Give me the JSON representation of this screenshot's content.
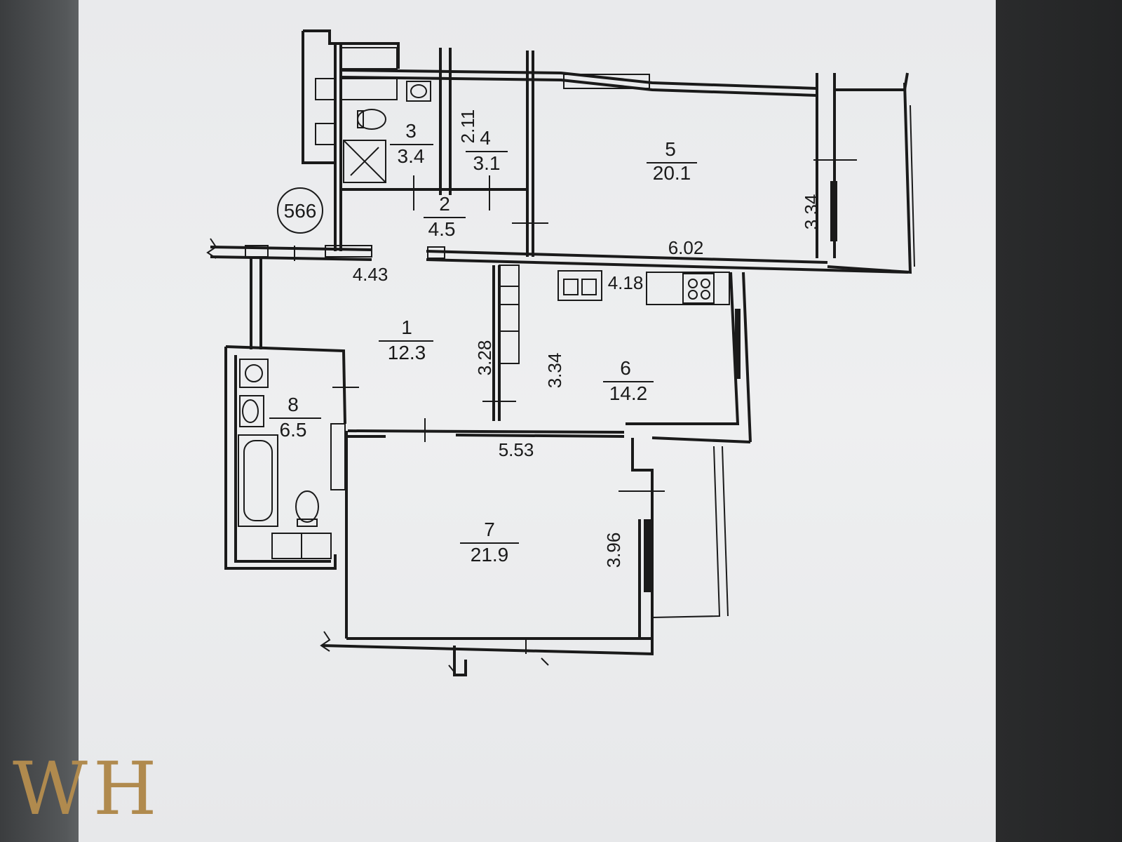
{
  "watermark": {
    "text": "WH",
    "color": "#b08a4e"
  },
  "plan": {
    "section_marker": "566",
    "rooms": [
      {
        "number": "1",
        "area": "12.3"
      },
      {
        "number": "2",
        "area": "4.5"
      },
      {
        "number": "3",
        "area": "3.4"
      },
      {
        "number": "4",
        "area": "3.1"
      },
      {
        "number": "5",
        "area": "20.1"
      },
      {
        "number": "6",
        "area": "14.2"
      },
      {
        "number": "7",
        "area": "21.9"
      },
      {
        "number": "8",
        "area": "6.5"
      }
    ],
    "dimensions": {
      "d_211": "2.11",
      "d_443": "4.43",
      "d_602": "6.02",
      "d_334_right": "3.34",
      "d_418": "4.18",
      "d_328": "3.28",
      "d_334_mid": "3.34",
      "d_553": "5.53",
      "d_396": "3.96"
    }
  }
}
